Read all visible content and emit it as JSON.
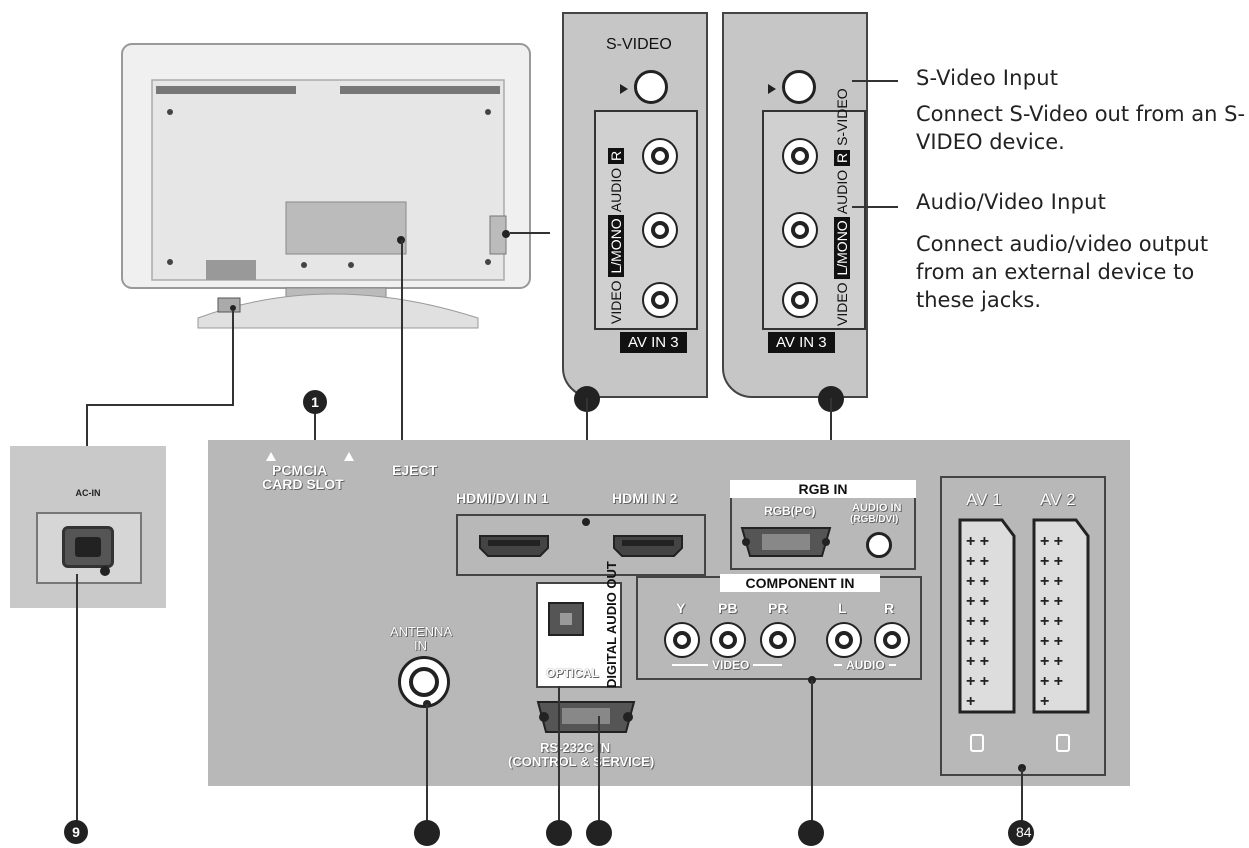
{
  "tv_back": {
    "power_dot": "1"
  },
  "ac_panel": {
    "label": "AC-IN",
    "number": "9"
  },
  "side_panel_left": {
    "svideo": "S-VIDEO",
    "video": "VIDEO",
    "lmono": "L/MONO",
    "audio": "AUDIO",
    "r": "R",
    "av_in": "AV IN 3"
  },
  "side_panel_right": {
    "svideo": "S-VIDEO",
    "video": "VIDEO",
    "lmono": "L/MONO",
    "audio": "AUDIO",
    "r": "R",
    "av_in": "AV IN 3"
  },
  "callouts": {
    "svideo_title": "S-Video Input",
    "svideo_body": "Connect S-Video out from an S-VIDEO device.",
    "av_title": "Audio/Video Input",
    "av_body": "Connect audio/video output from an external device to these jacks."
  },
  "main_panel": {
    "pcmcia_1": "PCMCIA",
    "pcmcia_2": "CARD SLOT",
    "eject": "EJECT",
    "hdmi1": "HDMI/DVI IN 1",
    "hdmi2": "HDMI IN 2",
    "rgb_in": "RGB IN",
    "rgb_pc": "RGB(PC)",
    "audio_in_1": "AUDIO IN",
    "audio_in_2": "(RGB/DVI)",
    "component_in": "COMPONENT IN",
    "comp_y": "Y",
    "comp_pb": "PB",
    "comp_pr": "PR",
    "comp_l": "L",
    "comp_r": "R",
    "comp_video": "VIDEO",
    "comp_audio": "AUDIO",
    "antenna_1": "ANTENNA",
    "antenna_2": "IN",
    "optical": "OPTICAL",
    "digital_audio_out": "DIGITAL AUDIO OUT",
    "rs232_1": "RS-232C IN",
    "rs232_2": "(CONTROL & SERVICE)",
    "av1": "AV 1",
    "av2": "AV 2"
  },
  "page_number": "84"
}
